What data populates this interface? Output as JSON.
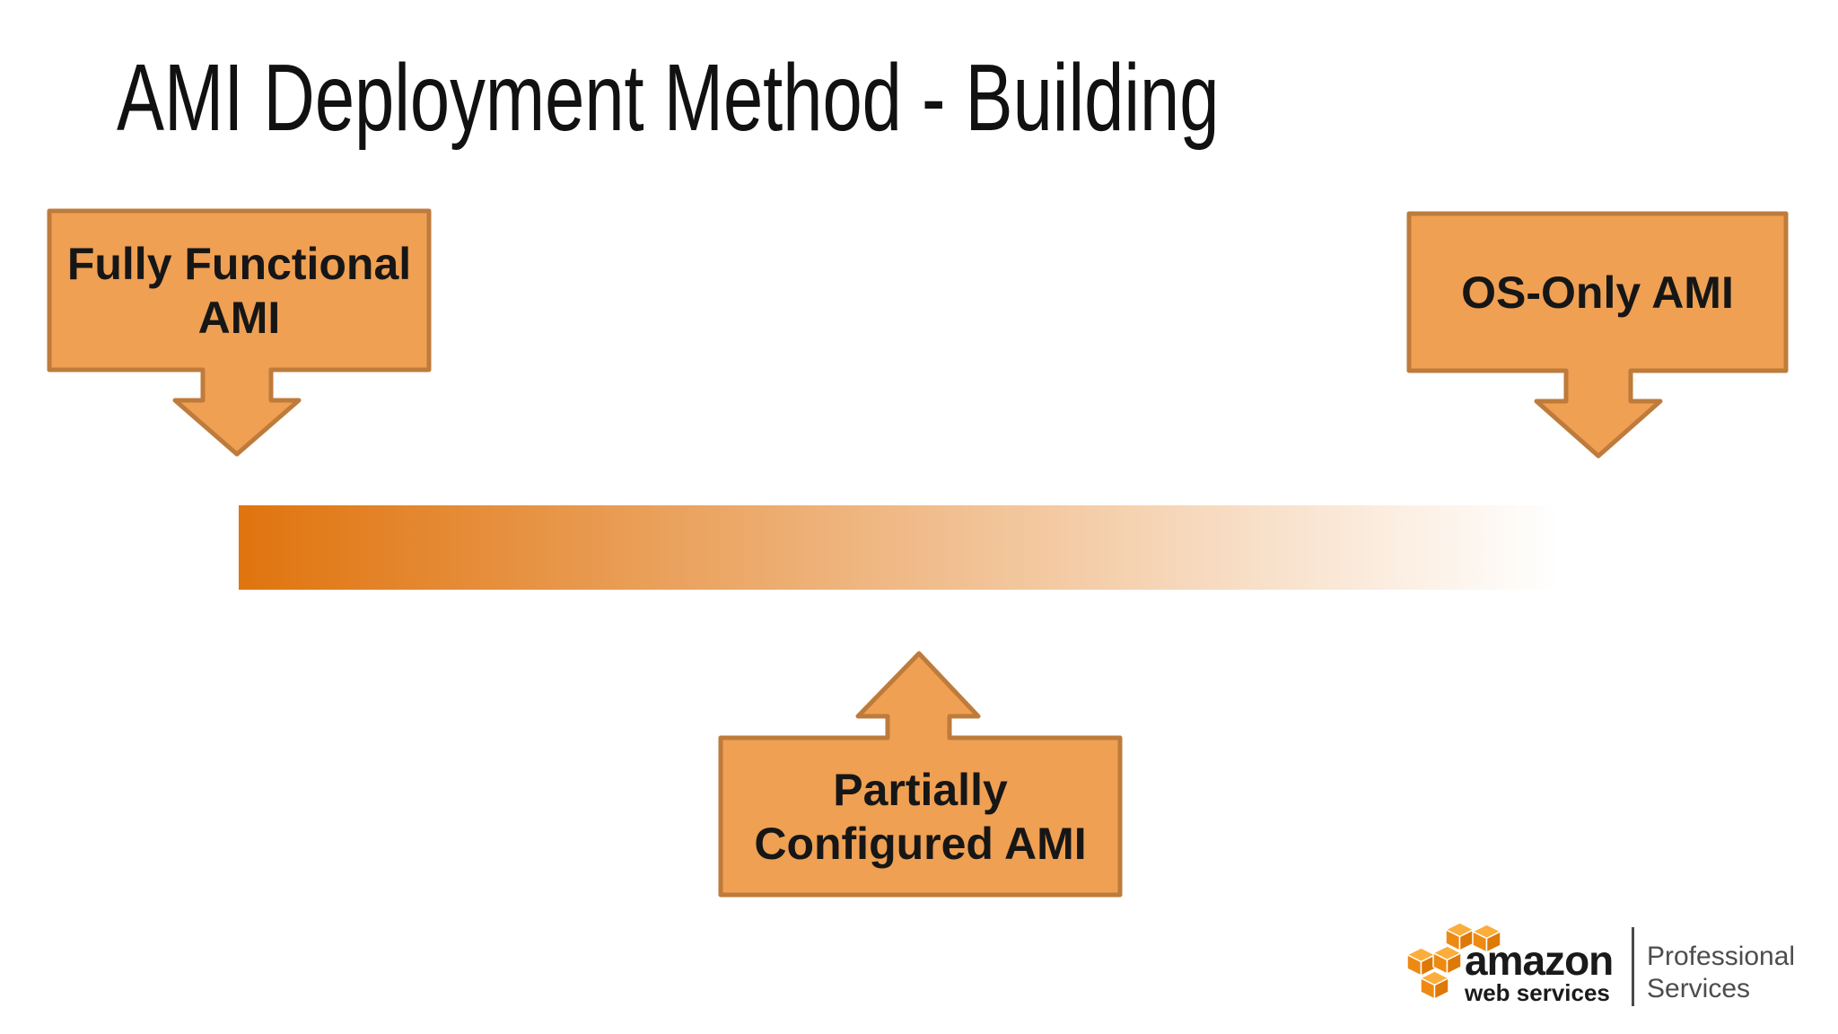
{
  "slide": {
    "title": "AMI Deployment Method - Building"
  },
  "callouts": {
    "fully_functional": {
      "label": "Fully Functional\nAMI"
    },
    "os_only": {
      "label": "OS-Only AMI"
    },
    "partially_configured": {
      "label": "Partially\nConfigured AMI"
    }
  },
  "spectrum": {
    "left_color": "#E0740E",
    "right_color": "#FFFFFF"
  },
  "colors": {
    "callout_fill": "#EFA053",
    "callout_border": "#BE7B3B",
    "title_text": "#111111",
    "label_text": "#161616",
    "aws_cube_orange": "#EE8A11",
    "division_text": "#4D4D4D"
  },
  "logo": {
    "icon": "aws-cubes-icon",
    "brand": "amazon",
    "brand_sub": "web services",
    "division": "Professional\nServices"
  }
}
